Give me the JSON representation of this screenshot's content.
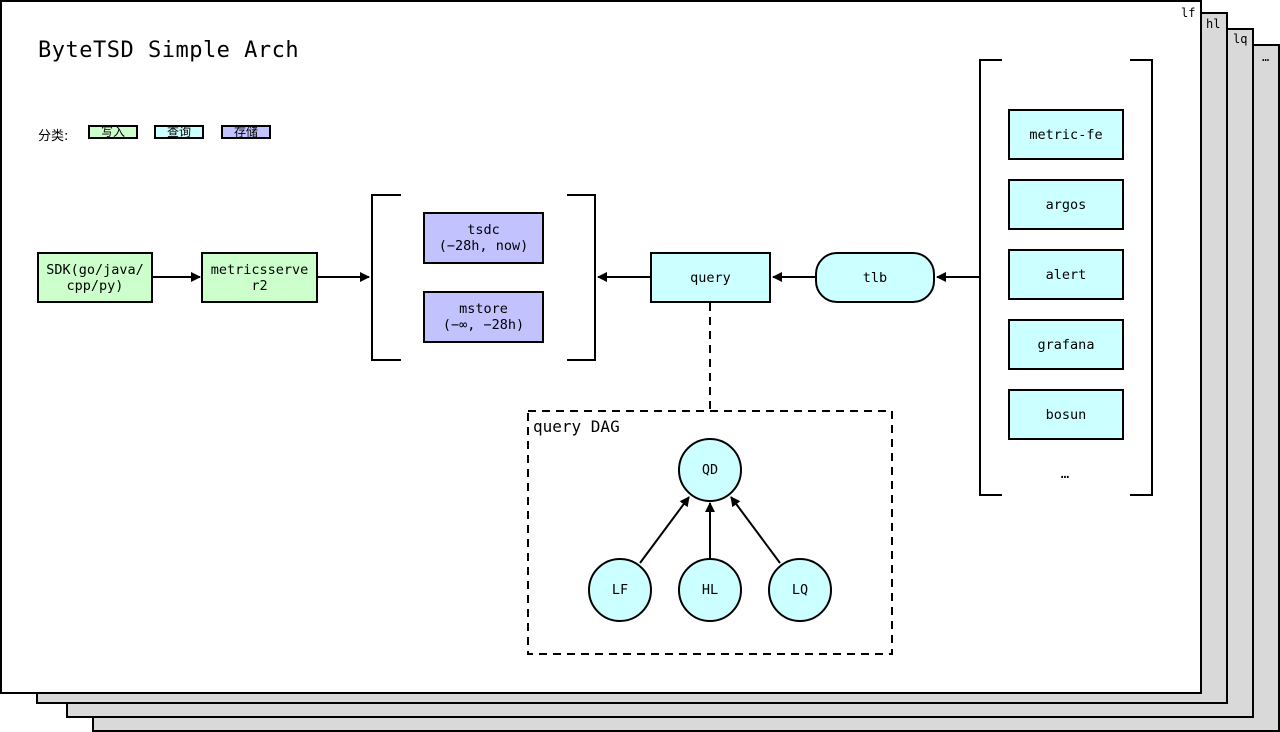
{
  "title": "ByteTSD Simple Arch",
  "sheets": {
    "tabs": [
      "lf",
      "hl",
      "lq",
      "…"
    ]
  },
  "legend": {
    "label": "分类:",
    "items": [
      {
        "label": "写入",
        "color": "#ccffcc"
      },
      {
        "label": "查询",
        "color": "#ccffff"
      },
      {
        "label": "存储",
        "color": "#c2c2ff"
      }
    ]
  },
  "nodes": {
    "sdk": "SDK(go/java/\ncpp/py)",
    "metricsserver": "metricsserve\nr2",
    "tsdc": "tsdc\n(−28h, now)",
    "mstore": "mstore\n(−∞, −28h)",
    "query": "query",
    "tlb": "tlb"
  },
  "clients": [
    "metric-fe",
    "argos",
    "alert",
    "grafana",
    "bosun",
    "…"
  ],
  "query_dag": {
    "label": "query DAG",
    "root": "QD",
    "children": [
      "LF",
      "HL",
      "LQ"
    ]
  },
  "colors": {
    "write": "#ccffcc",
    "query": "#ccffff",
    "storage": "#c2c2ff",
    "sheet_back": "#d9d9d9"
  }
}
